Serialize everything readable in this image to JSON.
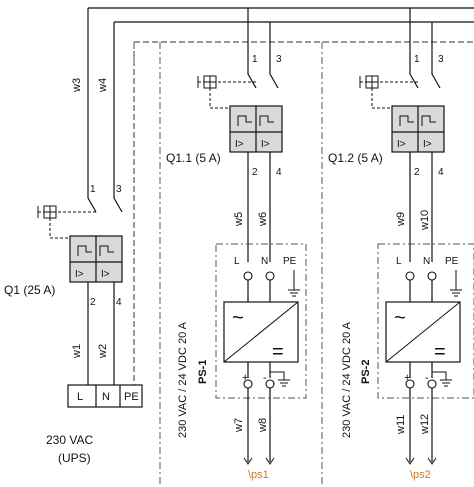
{
  "diagram": {
    "q1": {
      "label": "Q1 (25 A)",
      "terminal_top_1": "1",
      "terminal_top_2": "3",
      "terminal_bot_1": "2",
      "terminal_bot_2": "4",
      "trip_1": "I>",
      "trip_2": "I>"
    },
    "q1_1": {
      "label": "Q1.1 (5 A)",
      "terminal_top_1": "1",
      "terminal_top_2": "3",
      "terminal_bot_1": "2",
      "terminal_bot_2": "4",
      "trip_1": "I>",
      "trip_2": "I>"
    },
    "q1_2": {
      "label": "Q1.2 (5 A)",
      "terminal_top_1": "1",
      "terminal_top_2": "3",
      "terminal_bot_1": "2",
      "terminal_bot_2": "4",
      "trip_1": "I>",
      "trip_2": "I>"
    },
    "wires": {
      "w1": "w1",
      "w2": "w2",
      "w3": "w3",
      "w4": "w4",
      "w5": "w5",
      "w6": "w6",
      "w7": "w7",
      "w8": "w8",
      "w9": "w9",
      "w10": "w10",
      "w11": "w11",
      "w12": "w12"
    },
    "supply": {
      "terminal_l": "L",
      "terminal_n": "N",
      "terminal_pe": "PE",
      "line1": "230 VAC",
      "line2": "(UPS)"
    },
    "ps1": {
      "name": "PS-1",
      "rating": "230 VAC / 24 VDC 20 A",
      "in_l": "L",
      "in_n": "N",
      "in_pe": "PE",
      "ac_symbol": "~",
      "dc_symbol": "=",
      "out_plus": "+",
      "out_minus": "-",
      "ref": "\\ps1"
    },
    "ps2": {
      "name": "PS-2",
      "rating": "230 VAC / 24 VDC 20 A",
      "in_l": "L",
      "in_n": "N",
      "in_pe": "PE",
      "ac_symbol": "~",
      "dc_symbol": "=",
      "out_plus": "+",
      "out_minus": "-",
      "ref": "\\ps2"
    }
  }
}
